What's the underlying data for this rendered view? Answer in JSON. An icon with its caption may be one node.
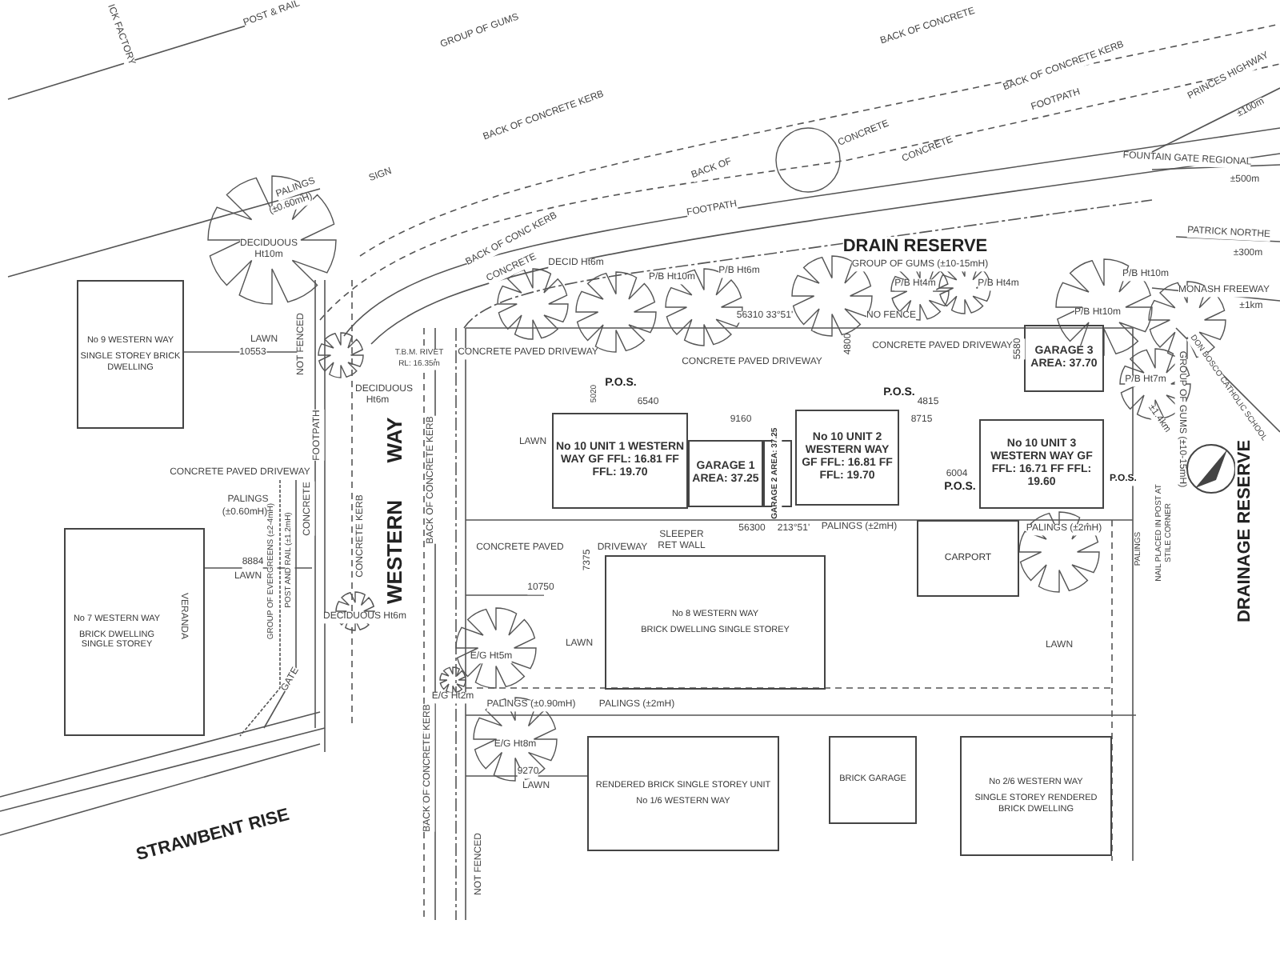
{
  "diagram": {
    "nodes": [
      {
        "text": [
          "No 10 UNIT 1 WESTERN WAY GF FFL: 16.81 FF FFL: 19.70"
        ]
      },
      {
        "text": [
          "GARAGE 1 AREA: 37.25"
        ]
      },
      {
        "text": [
          "GARAGE 2 AREA: 37.25"
        ]
      },
      {
        "text": [
          "No 10 UNIT 2 WESTERN WAY GF FFL: 16.81 FF FFL: 19.70"
        ]
      },
      {
        "text": [
          "GARAGE 3 AREA: 37.70"
        ]
      },
      {
        "text": [
          "No 10 UNIT 3 WESTERN WAY GF FFL: 16.71 FF FFL: 19.60"
        ]
      },
      {
        "text": [
          "CARPORT"
        ]
      },
      {
        "text": [
          "No 9 WESTERN WAY",
          "SINGLE STOREY BRICK DWELLING"
        ]
      },
      {
        "text": [
          "No 7 WESTERN WAY",
          "BRICK DWELLING SINGLE STOREY"
        ]
      },
      {
        "text": [
          "No 8 WESTERN WAY",
          "BRICK DWELLING SINGLE STOREY"
        ]
      },
      {
        "text": [
          "RENDERED BRICK SINGLE STOREY UNIT",
          "No 1/6 WESTERN WAY"
        ]
      },
      {
        "text": [
          "BRICK GARAGE"
        ]
      },
      {
        "text": [
          "No 2/6 WESTERN WAY",
          "SINGLE STOREY RENDERED BRICK DWELLING"
        ]
      }
    ],
    "labels": [
      "ICK FACTORY",
      "POST & RAIL",
      "GROUP OF GUMS",
      "BACK OF CONCRETE KERB",
      "BACK OF",
      "CONCRETE",
      "FOOTPATH",
      "BACK OF CONCRETE",
      "BACK OF CONCRETE KERB",
      "FOOTPATH",
      "CONCRETE",
      "PRINCES HIGHWAY",
      "±100m",
      "FOUNTAIN GATE REGIONAL",
      "±500m",
      "SIGN",
      "PALINGS",
      "(±0.60mH)",
      "DECIDUOUS",
      "Ht10m",
      "BACK OF CONC KERB",
      "CONCRETE",
      "DRAIN RESERVE",
      "GROUP OF GUMS (±10-15mH)",
      "PATRICK NORTHE",
      "±300m",
      "MONASH FREEWAY",
      "±1km",
      "DON BOSCO CATHOLIC SCHOOL",
      "±1.4km",
      "DECID Ht6m",
      "P/B Ht10m",
      "P/B Ht6m",
      "P/B Ht4m",
      "P/B Ht4m",
      "P/B Ht10m",
      "P/B Ht10m",
      "P/B Ht7m",
      "56310 33°51'",
      "NO FENCE",
      "CONCRETE PAVED DRIVEWAY",
      "CONCRETE PAVED DRIVEWAY",
      "CONCRETE PAVED DRIVEWAY",
      "4800",
      "5580",
      "T.B.M. RIVET",
      "RL: 16.35m",
      "P.O.S.",
      "5020",
      "6540",
      "9160",
      "LAWN",
      "P.O.S.",
      "4815",
      "8715",
      "6004",
      "P.O.S.",
      "P.O.S.",
      "NOT FENCED",
      "FOOTPATH",
      "LAWN",
      "10553",
      "DECIDUOUS",
      "Ht6m",
      "CONCRETE PAVED DRIVEWAY",
      "WAY",
      "WESTERN",
      "BACK OF CONCRETE KERB",
      "PALINGS",
      "(±0.60mH)",
      "8884",
      "LAWN",
      "VERANDA",
      "GROUP OF EVERGREENS (±2-4mH)",
      "POST AND RAIL (±1.2mH)",
      "CONCRETE",
      "CONCRETE KERB",
      "DECIDUOUS Ht6m",
      "GATE",
      "STRAWBENT RISE",
      "CONCRETE PAVED",
      "DRIVEWAY",
      "SLEEPER RET WALL",
      "56300",
      "213°51'",
      "PALINGS (±2mH)",
      "PALINGS (±2mH)",
      "10750",
      "7375",
      "LAWN",
      "LAWN",
      "PALINGS (±0.90mH)",
      "PALINGS (±2mH)",
      "E/G Ht5m",
      "E/G Ht8m",
      "E/G Ht2m",
      "9270",
      "LAWN",
      "NOT FENCED",
      "NAIL PLACED IN POST AT STILE CORNER",
      "PALINGS",
      "DRAINAGE RESERVE",
      "GROUP OF GUMS (±10-15mH)",
      "BACK OF CONCRETE KERB"
    ]
  }
}
